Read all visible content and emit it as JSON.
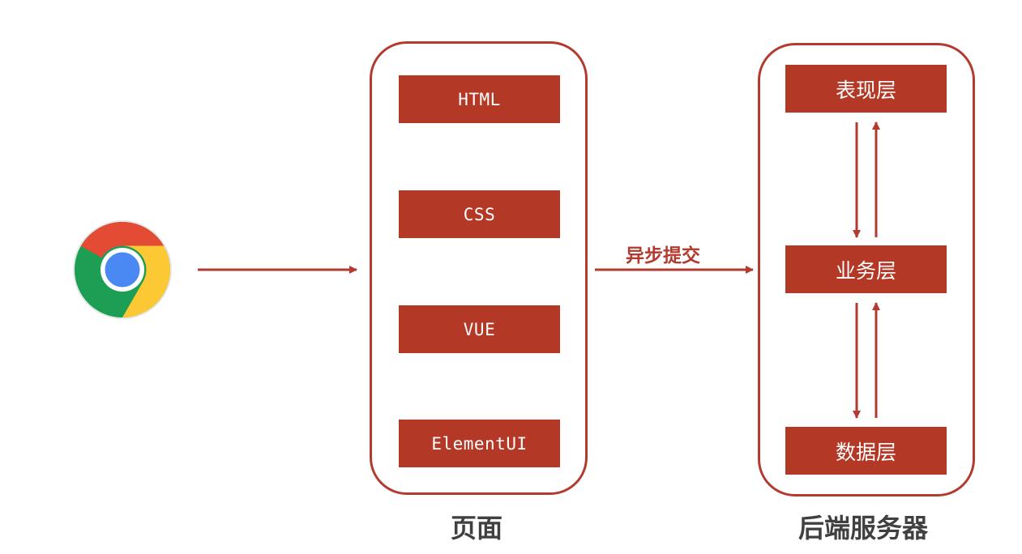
{
  "browser": {
    "icon": "chrome-icon"
  },
  "page_group": {
    "caption": "页面",
    "items": [
      {
        "label": "HTML"
      },
      {
        "label": "CSS"
      },
      {
        "label": "VUE"
      },
      {
        "label": "ElementUI"
      }
    ]
  },
  "connection": {
    "label": "异步提交"
  },
  "server_group": {
    "caption": "后端服务器",
    "layers": [
      {
        "label": "表现层"
      },
      {
        "label": "业务层"
      },
      {
        "label": "数据层"
      }
    ]
  },
  "colors": {
    "accent": "#b43826",
    "caption_text": "#404040",
    "block_text": "#ffffff"
  }
}
